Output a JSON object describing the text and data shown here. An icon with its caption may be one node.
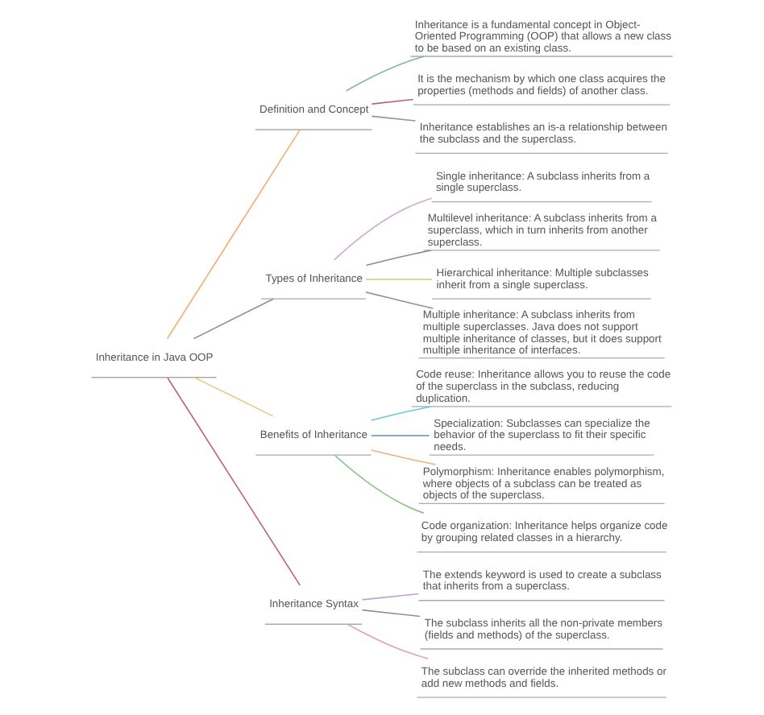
{
  "diagram": {
    "nodes": [
      {
        "text": [
          "Inheritance in Java OOP"
        ]
      },
      {
        "text": [
          "Definition and Concept"
        ]
      },
      {
        "text": [
          "Inheritance is a fundamental concept in Object-Oriented Programming (OOP) that allows a new class to be based on an existing class."
        ]
      },
      {
        "text": [
          "It is the mechanism by which one class acquires the properties (methods and fields) of another class."
        ]
      },
      {
        "text": [
          "Inheritance establishes an is-a relationship between the subclass and the superclass."
        ]
      },
      {
        "text": [
          "Types of Inheritance"
        ]
      },
      {
        "text": [
          "Single inheritance: A subclass inherits from a single superclass."
        ]
      },
      {
        "text": [
          "Multilevel inheritance: A subclass inherits from a superclass, which in turn inherits from another superclass."
        ]
      },
      {
        "text": [
          "Hierarchical inheritance: Multiple subclasses inherit from a single superclass."
        ]
      },
      {
        "text": [
          "Multiple inheritance: A subclass inherits from multiple superclasses. Java does not support multiple inheritance of classes, but it does support multiple inheritance of interfaces."
        ]
      },
      {
        "text": [
          "Benefits of Inheritance"
        ]
      },
      {
        "text": [
          "Code reuse: Inheritance allows you to reuse the code of the superclass in the subclass, reducing duplication."
        ]
      },
      {
        "text": [
          "Specialization: Subclasses can specialize the behavior of the superclass to fit their specific needs."
        ]
      },
      {
        "text": [
          "Polymorphism: Inheritance enables polymorphism, where objects of a subclass can be treated as objects of the superclass."
        ]
      },
      {
        "text": [
          "Code organization: Inheritance helps organize code by grouping related classes in a hierarchy."
        ]
      },
      {
        "text": [
          "Inheritance Syntax"
        ]
      },
      {
        "text": [
          "The extends keyword is used to create a subclass that inherits from a superclass."
        ]
      },
      {
        "text": [
          "The subclass inherits all the non-private members (fields and methods) of the superclass."
        ]
      },
      {
        "text": [
          "The subclass can override the inherited methods or add new methods and fields."
        ]
      }
    ],
    "edges": [
      {
        "from": 0,
        "to": 1,
        "arrow": "none",
        "color": "#f0b070"
      },
      {
        "from": 1,
        "to": 2,
        "arrow": "none",
        "color": "#80b890"
      },
      {
        "from": 1,
        "to": 3,
        "arrow": "none",
        "color": "#c06070"
      },
      {
        "from": 1,
        "to": 4,
        "arrow": "none",
        "color": "#9090b0"
      },
      {
        "from": 0,
        "to": 5,
        "arrow": "none",
        "color": "#9a8aa8"
      },
      {
        "from": 5,
        "to": 6,
        "arrow": "none",
        "color": "#d0a8d8"
      },
      {
        "from": 5,
        "to": 7,
        "arrow": "none",
        "color": "#8090a0"
      },
      {
        "from": 5,
        "to": 8,
        "arrow": "none",
        "color": "#c8d070"
      },
      {
        "from": 5,
        "to": 9,
        "arrow": "none",
        "color": "#9090a0"
      },
      {
        "from": 0,
        "to": 10,
        "arrow": "none",
        "color": "#e0d080"
      },
      {
        "from": 10,
        "to": 11,
        "arrow": "none",
        "color": "#70c8d0"
      },
      {
        "from": 10,
        "to": 12,
        "arrow": "none",
        "color": "#6090a8"
      },
      {
        "from": 10,
        "to": 13,
        "arrow": "none",
        "color": "#f0b080"
      },
      {
        "from": 10,
        "to": 14,
        "arrow": "none",
        "color": "#80c080"
      },
      {
        "from": 0,
        "to": 15,
        "arrow": "none",
        "color": "#c06070"
      },
      {
        "from": 15,
        "to": 16,
        "arrow": "none",
        "color": "#c0a0d0"
      },
      {
        "from": 15,
        "to": 17,
        "arrow": "none",
        "color": "#909098"
      },
      {
        "from": 15,
        "to": 18,
        "arrow": "none",
        "color": "#e0a0c8"
      }
    ]
  }
}
